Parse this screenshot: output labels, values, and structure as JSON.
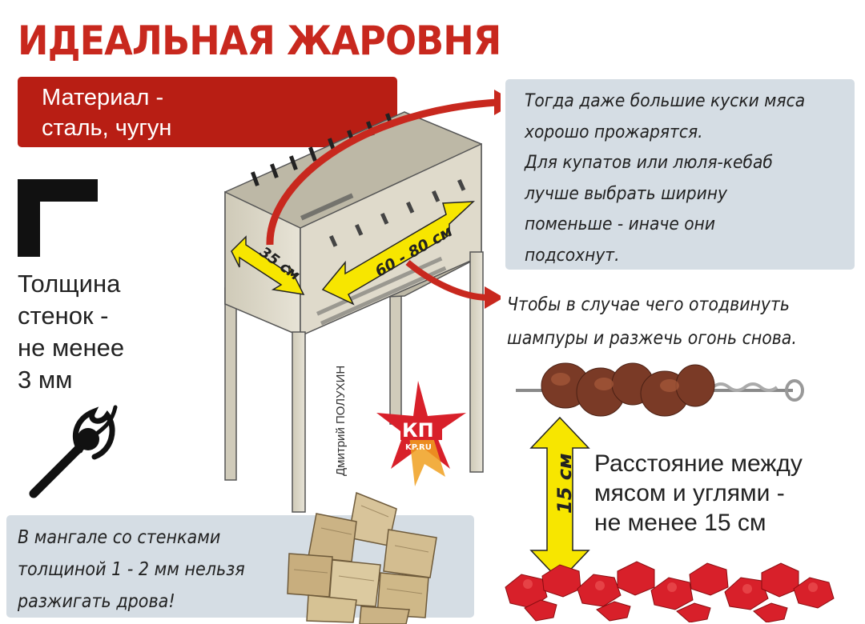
{
  "title": "ИДЕАЛЬНАЯ ЖАРОВНЯ",
  "material": {
    "line1": "Материал -",
    "line2": "сталь, чугун"
  },
  "thickness": {
    "line1": "Толщина",
    "line2": "стенок -",
    "line3": "не менее",
    "line4": "3 мм"
  },
  "dimensions": {
    "width": "35 см",
    "length": "60 - 80 см",
    "height": "15 см"
  },
  "width_note": {
    "line1": "Тогда даже большие куски мяса",
    "line2": "хорошо прожарятся.",
    "line3": "Для купатов или люля-кебаб",
    "line4": "лучше выбрать ширину",
    "line5": "поменьше - иначе они",
    "line6": "подсохнут."
  },
  "length_note": {
    "line1": "Чтобы в случае чего отодвинуть",
    "line2": "шампуры и разжечь огонь снова."
  },
  "distance_note": {
    "line1": "Расстояние между",
    "line2": "мясом и углями -",
    "line3": "не менее 15 см"
  },
  "firewood_note": {
    "line1": "В мангале со стенками",
    "line2": "толщиной 1 - 2 мм нельзя",
    "line3": "разжигать дрова!"
  },
  "author": "Дмитрий ПОЛУХИН",
  "logo": {
    "main": "КП",
    "sub": "KP.RU"
  },
  "colors": {
    "accent_red": "#c8281e",
    "info_box": "#d5dde4",
    "arrow_yellow": "#f7e600",
    "coal_red": "#d8202a",
    "steel": "#d9d4c4"
  },
  "icons": [
    "angle-profile-icon",
    "match-icon",
    "firewood-icon",
    "coals-icon",
    "skewer-icon",
    "kp-logo-icon"
  ]
}
